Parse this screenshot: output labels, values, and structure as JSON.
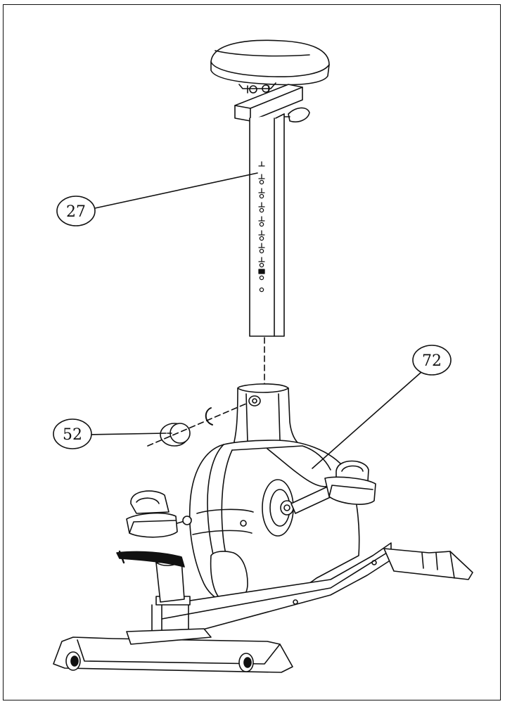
{
  "callouts": [
    {
      "id": "seat-post",
      "label": "27"
    },
    {
      "id": "main-frame",
      "label": "72"
    },
    {
      "id": "knob",
      "label": "52"
    }
  ],
  "colors": {
    "line": "#111111",
    "background": "#ffffff"
  }
}
